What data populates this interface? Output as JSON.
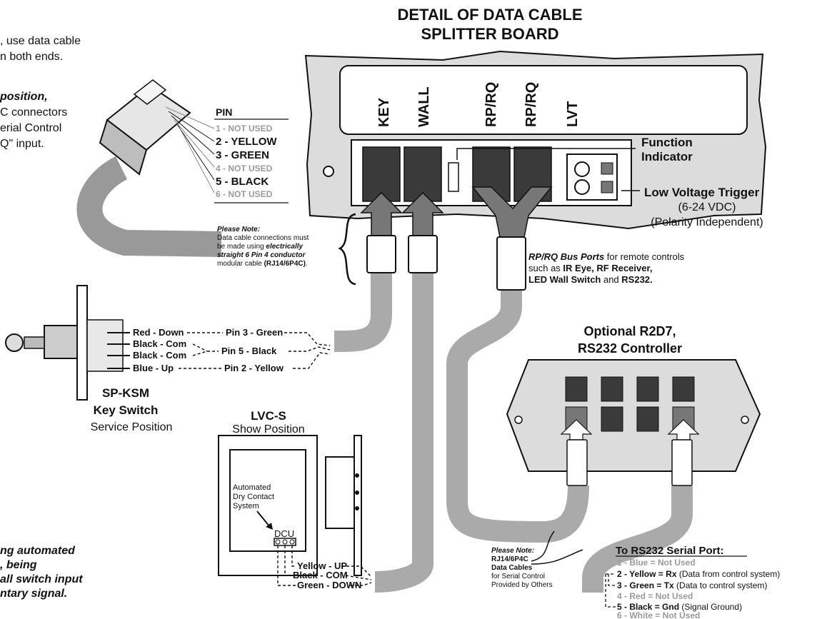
{
  "intro": {
    "line1": ", use data cable",
    "line2": "n both ends.",
    "line3": "position,",
    "line4": "C connectors",
    "line5": "erial Control",
    "line6": "Q\" input."
  },
  "board": {
    "title_line1": "DETAIL OF DATA CABLE",
    "title_line2": "SPLITTER BOARD",
    "port_labels": [
      "KEY",
      "WALL",
      "RP/RQ",
      "RP/RQ",
      "LVT"
    ],
    "function_indicator": [
      "Function",
      "Indicator"
    ],
    "lvt_title": "Low Voltage Trigger",
    "lvt_range": "(6-24 VDC)",
    "lvt_polarity": "(Polarity Independent)"
  },
  "pins": {
    "heading": "PIN",
    "items": [
      {
        "label": "1 - NOT USED",
        "used": false
      },
      {
        "label": "2 - YELLOW",
        "used": true
      },
      {
        "label": "3 - GREEN",
        "used": true
      },
      {
        "label": "4 - NOT USED",
        "used": false
      },
      {
        "label": "5 - BLACK",
        "used": true
      },
      {
        "label": "6 - NOT USED",
        "used": false
      }
    ]
  },
  "note1": {
    "title": "Please Note:",
    "line1": "Data cable connections must",
    "line2a": "be made using ",
    "line2b": "electrically",
    "line3": "straight 6 Pin 4 conductor",
    "line4a": "modular cable ",
    "line4b": "(RJ14/6P4C)",
    "line4c": "."
  },
  "bus": {
    "line1a": "RP/RQ Bus Ports",
    "line1b": " for remote controls",
    "line2a": "such as ",
    "line2b": "IR Eye, RF Receiver,",
    "line3a": "LED Wall Switch",
    "line3b": " and ",
    "line3c": "RS232."
  },
  "keyswitch": {
    "wires": [
      "Red - Down",
      "Black - Com",
      "Black - Com",
      "Blue - Up"
    ],
    "pins": [
      "Pin 3 - Green",
      "Pin 5 - Black",
      "Pin 2 - Yellow"
    ],
    "title1": "SP-KSM",
    "title2": "Key Switch",
    "title3": "Service Position"
  },
  "lvcs": {
    "title1": "LVC-S",
    "title2": "Show Position",
    "auto1": "Automated",
    "auto2": "Dry Contact",
    "auto3": "System",
    "dcu": "DCU",
    "wires": [
      "Yellow - UP",
      "Black - COM",
      "Green - DOWN"
    ]
  },
  "controller": {
    "title1": "Optional R2D7,",
    "title2": "RS232 Controller"
  },
  "note2": {
    "title": "Please Note:",
    "line1": "RJ14/6P4C",
    "line2": "Data Cables",
    "line3": "for Serial Control",
    "line4": "Provided by Others"
  },
  "serial": {
    "title": "To RS232 Serial Port:",
    "items": [
      {
        "a": "1 - Blue = Not Used",
        "b": "",
        "c": "",
        "used": false
      },
      {
        "a": "2 - Yellow = ",
        "b": "Rx",
        "c": " (Data from control system)",
        "used": true
      },
      {
        "a": "3 - Green = ",
        "b": "Tx",
        "c": " (Data to control system)",
        "used": true
      },
      {
        "a": "4 - Red = Not Used",
        "b": "",
        "c": "",
        "used": false
      },
      {
        "a": "5 - Black = ",
        "b": "Gnd",
        "c": " (Signal Ground)",
        "used": true
      },
      {
        "a": "6 - White = Not Used",
        "b": "",
        "c": "",
        "used": false
      }
    ]
  },
  "bottom_left": {
    "line1": "ng automated",
    "line2": ", being",
    "line3": "all switch input",
    "line4": "ntary signal."
  }
}
